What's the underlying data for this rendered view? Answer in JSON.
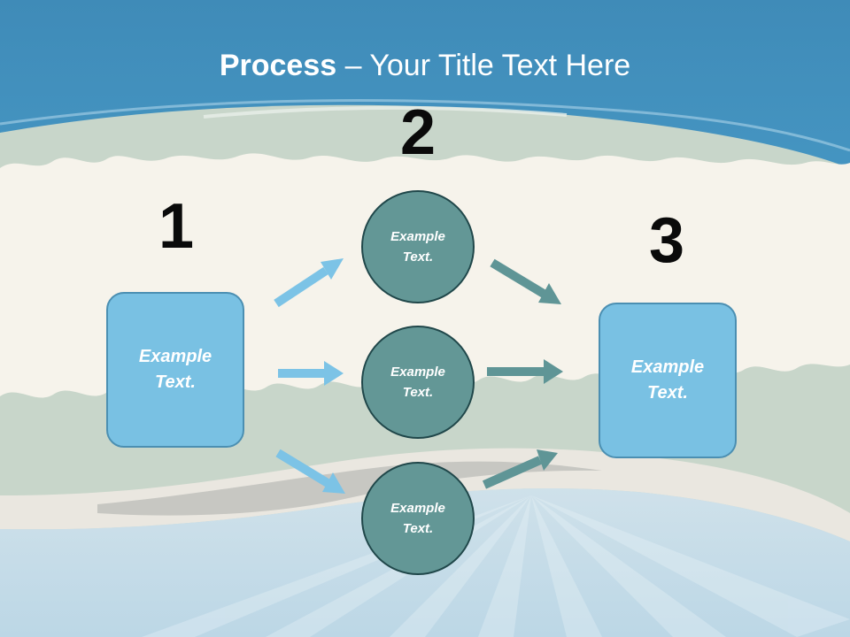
{
  "slide": {
    "title_bold": "Process",
    "title_rest": " – Your Title Text Here"
  },
  "steps": {
    "one": "1",
    "two": "2",
    "three": "3"
  },
  "nodes": {
    "start_box": "Example\nText.",
    "circle_top": "Example\nText.",
    "circle_middle": "Example\nText.",
    "circle_bottom": "Example\nText.",
    "end_box": "Example\nText."
  },
  "colors": {
    "sky_top": "#3f8bb8",
    "sky_mid": "#52aed8",
    "cream_band": "#f6f3eb",
    "sage": "#c9d7cb",
    "box_fill": "#79c1e3",
    "circle_fill": "#639796",
    "arrow_light": "#7cc3e6",
    "arrow_dark": "#5f9596"
  }
}
